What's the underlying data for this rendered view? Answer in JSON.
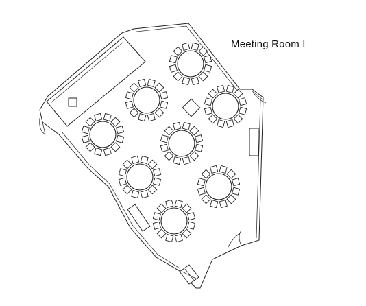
{
  "room": {
    "title": "Meeting Room  I"
  },
  "layout": {
    "round_table_count": 8,
    "chairs_per_table": 12
  }
}
